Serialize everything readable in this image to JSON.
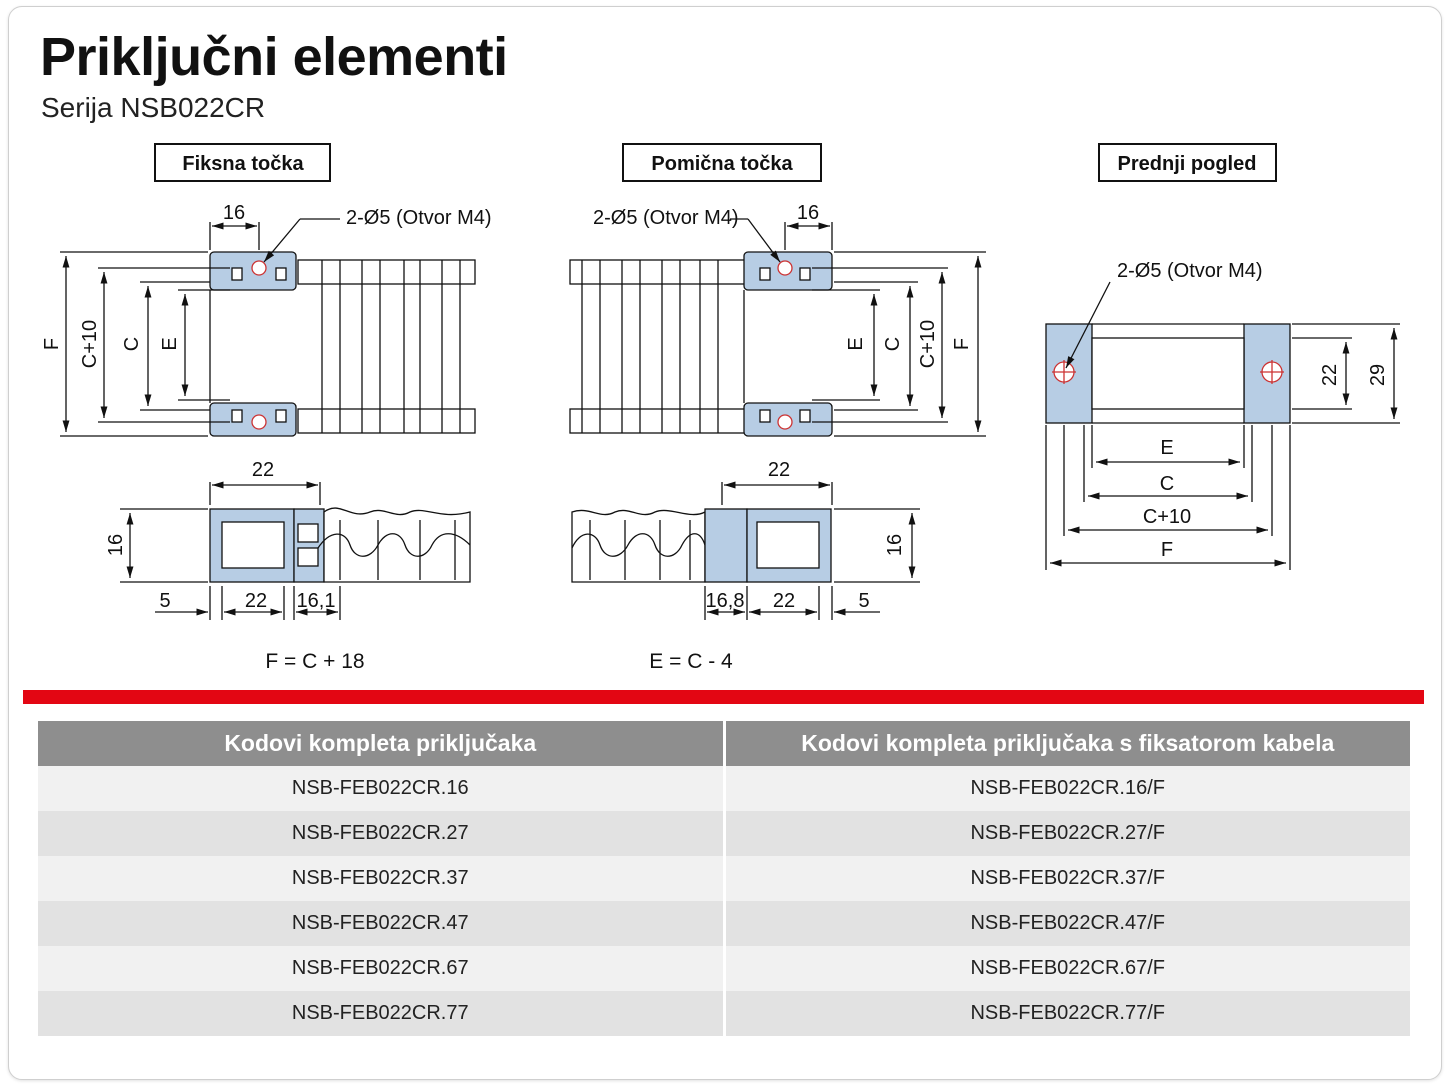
{
  "title": "Priključni elementi",
  "subtitle": "Serija NSB022CR",
  "views": {
    "fixed": {
      "label": "Fiksna točka",
      "hole_note": "2-Ø5 (Otvor M4)",
      "dim_top": "16",
      "dim_link": "22",
      "dim_h": "16",
      "dim_5": "5",
      "dim_22": "22",
      "dim_161": "16,1",
      "formula": "F = C + 18",
      "lbl_f": "F",
      "lbl_c10": "C+10",
      "lbl_c": "C",
      "lbl_e": "E"
    },
    "moving": {
      "label": "Pomična točka",
      "hole_note": "2-Ø5 (Otvor M4)",
      "dim_top": "16",
      "dim_link": "22",
      "dim_h": "16",
      "dim_5": "5",
      "dim_22": "22",
      "dim_168": "16,8",
      "formula": "E = C - 4",
      "lbl_f": "F",
      "lbl_c10": "C+10",
      "lbl_c": "C",
      "lbl_e": "E"
    },
    "front": {
      "label": "Prednji pogled",
      "hole_note": "2-Ø5 (Otvor M4)",
      "dim_22": "22",
      "dim_29": "29",
      "lbl_e": "E",
      "lbl_c": "C",
      "lbl_c10": "C+10",
      "lbl_f": "F"
    }
  },
  "table": {
    "headers": [
      "Kodovi kompleta priključaka",
      "Kodovi kompleta priključaka s fiksatorom kabela"
    ],
    "rows": [
      [
        "NSB-FEB022CR.16",
        "NSB-FEB022CR.16/F"
      ],
      [
        "NSB-FEB022CR.27",
        "NSB-FEB022CR.27/F"
      ],
      [
        "NSB-FEB022CR.37",
        "NSB-FEB022CR.37/F"
      ],
      [
        "NSB-FEB022CR.47",
        "NSB-FEB022CR.47/F"
      ],
      [
        "NSB-FEB022CR.67",
        "NSB-FEB022CR.67/F"
      ],
      [
        "NSB-FEB022CR.77",
        "NSB-FEB022CR.77/F"
      ]
    ]
  },
  "colors": {
    "accent_red": "#e30613",
    "part_blue": "#b7cde4",
    "header_grey": "#8e8e8e"
  }
}
